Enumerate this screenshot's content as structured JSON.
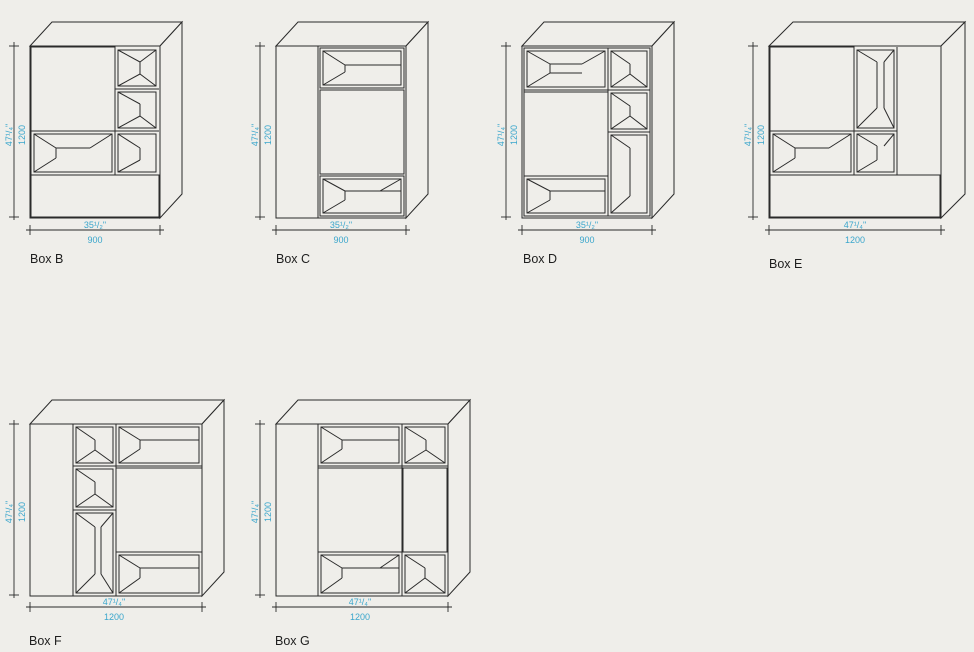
{
  "boxes": [
    {
      "label": "Box B",
      "width_mm": "900",
      "width_in": "35¹/₂\"",
      "height_mm": "1200",
      "height_in": "47¹/₄\""
    },
    {
      "label": "Box C",
      "width_mm": "900",
      "width_in": "35¹/₂\"",
      "height_mm": "1200",
      "height_in": "47¹/₄\""
    },
    {
      "label": "Box D",
      "width_mm": "900",
      "width_in": "35¹/₂\"",
      "height_mm": "1200",
      "height_in": "47¹/₄\""
    },
    {
      "label": "Box E",
      "width_mm": "1200",
      "width_in": "47¹/₄\"",
      "height_mm": "1200",
      "height_in": "47¹/₄\""
    },
    {
      "label": "Box F",
      "width_mm": "1200",
      "width_in": "47¹/₄\"",
      "height_mm": "1200",
      "height_in": "47¹/₄\""
    },
    {
      "label": "Box G",
      "width_mm": "1200",
      "width_in": "47¹/₄\"",
      "height_mm": "1200",
      "height_in": "47¹/₄\""
    }
  ]
}
